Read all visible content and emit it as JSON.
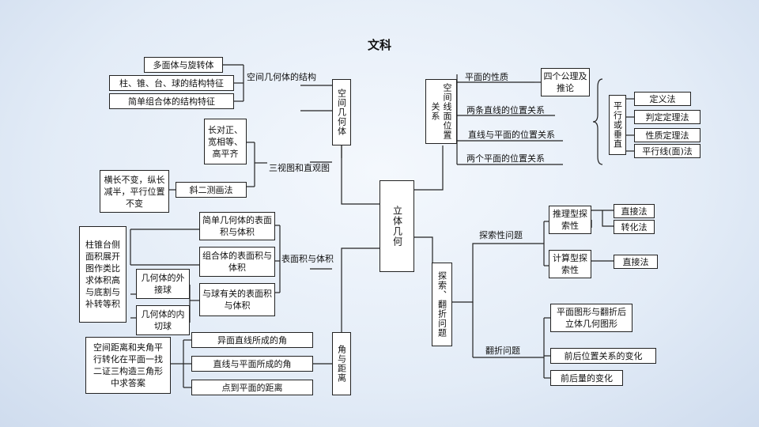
{
  "title": "文科",
  "center": "立体几何",
  "left": {
    "structure": {
      "category": "空间几何体",
      "label": "空间几何体的结构",
      "items": [
        "多面体与旋转体",
        "柱、锥、台、球的结构特征",
        "简单组合体的结构特征"
      ]
    },
    "views": {
      "label": "三视图和直观图",
      "rule": "长对正、宽相等、高平齐",
      "oblique": "斜二测画法",
      "oblique_rule": "横长不变，纵长减半，平行位置不变"
    },
    "area": {
      "label": "表面积与体积",
      "items": [
        "简单几何体的表面积与体积",
        "组合体的表面积与体积",
        "与球有关的表面积与体积"
      ],
      "sphere_items": [
        "几何体的外接球",
        "几何体的内切球"
      ],
      "method": "柱锥台侧面积展开图作类比求体积高与底割与补转等积"
    },
    "angle": {
      "category": "角与距离",
      "items": [
        "异面直线所成的角",
        "直线与平面所成的角",
        "点到平面的距离"
      ],
      "method": "空间距离和夹角平行转化在平面一找二证三构造三角形中求答案"
    }
  },
  "right": {
    "position": {
      "category": "空间线面位置关系",
      "items": [
        "平面的性质",
        "两条直线的位置关系",
        "直线与平面的位置关系",
        "两个平面的位置关系"
      ],
      "axioms": "四个公理及推论",
      "parallel_perp": "平行或垂直",
      "methods": [
        "定义法",
        "判定定理法",
        "性质定理法",
        "平行线(面)法"
      ]
    },
    "explore": {
      "category": "探索、翻折问题",
      "explore_label": "探索性问题",
      "fold_label": "翻折问题",
      "reasoning": "推理型探索性",
      "calc": "计算型探索性",
      "reasoning_methods": [
        "直接法",
        "转化法"
      ],
      "calc_method": "直接法",
      "fold_items": [
        "平面图形与翻折后立体几何图形",
        "前后位置关系的变化",
        "前后量的变化"
      ]
    }
  }
}
